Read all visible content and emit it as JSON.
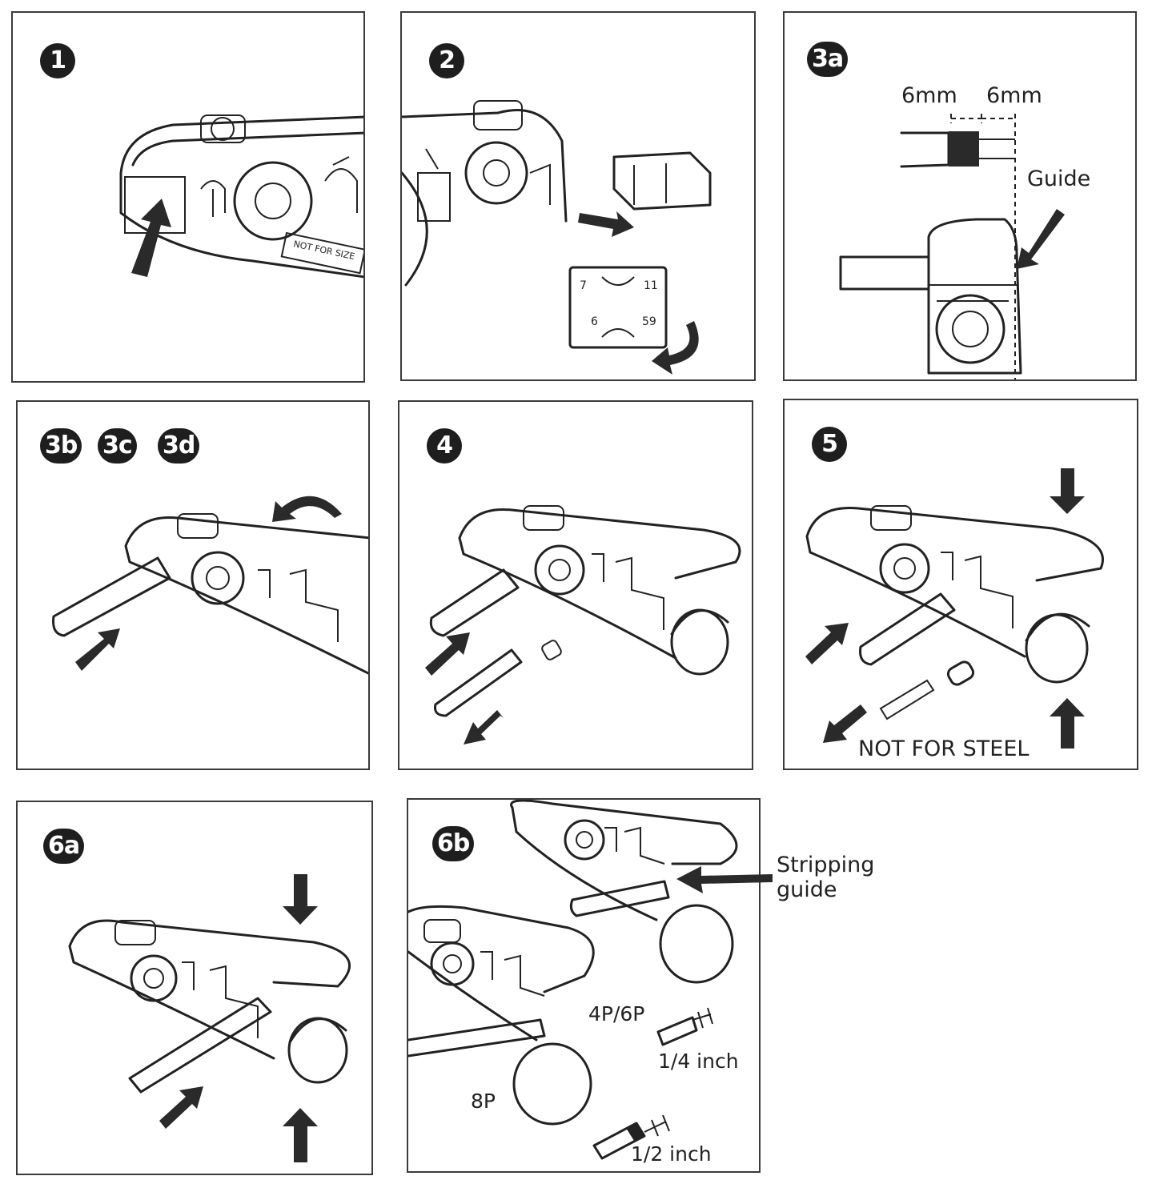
{
  "steps": {
    "s1": {
      "badge": "1"
    },
    "s2": {
      "badge": "2",
      "blade_labels": [
        "7",
        "11",
        "6",
        "59"
      ]
    },
    "s3a": {
      "badge": "3a",
      "dim_left": "6mm",
      "dim_right": "6mm",
      "guide": "Guide"
    },
    "s3bcd": {
      "badges": [
        "3b",
        "3c",
        "3d"
      ]
    },
    "s4": {
      "badge": "4"
    },
    "s5": {
      "badge": "5",
      "warning": "NOT FOR STEEL"
    },
    "s6a": {
      "badge": "6a"
    },
    "s6b": {
      "badge": "6b",
      "stripping_line1": "Stripping",
      "stripping_line2": "guide",
      "p46": "4P/6P",
      "quarter": "1/4 inch",
      "p8": "8P",
      "half": "1/2 inch"
    }
  },
  "tool_label": "NOT FOR SIZE",
  "colors": {
    "ink": "#1e1e1e",
    "paper": "#ffffff"
  }
}
